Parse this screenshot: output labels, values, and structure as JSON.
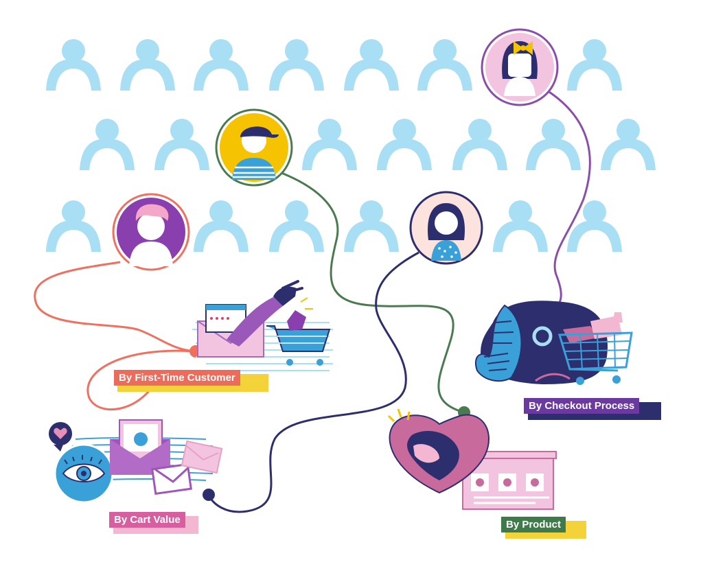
{
  "labels": {
    "first_time": "By First-Time Customer",
    "checkout": "By Checkout Process",
    "cart_value": "By Cart Value",
    "product": "By Product"
  },
  "colors": {
    "crowd": "#a8dff4",
    "coral": "#f07060",
    "green": "#4a7a50",
    "navy": "#2d2e6e",
    "purple": "#8a4dab",
    "pink": "#e88fb8",
    "yellow": "#f6c300",
    "label_coral": "#ec6c5c",
    "label_purple": "#6b3aa0",
    "label_pink": "#d75fa0",
    "label_green": "#3f7a4a",
    "label_shadow_yellow": "#f3d23a",
    "label_shadow_navy": "#2d2e6e",
    "label_shadow_pink": "#f4b7d2"
  },
  "icons": [
    "person-icon",
    "eye-icon",
    "heart-icon",
    "envelope-icon",
    "shopping-cart-icon",
    "gift-bag-icon",
    "heart-box-icon"
  ]
}
